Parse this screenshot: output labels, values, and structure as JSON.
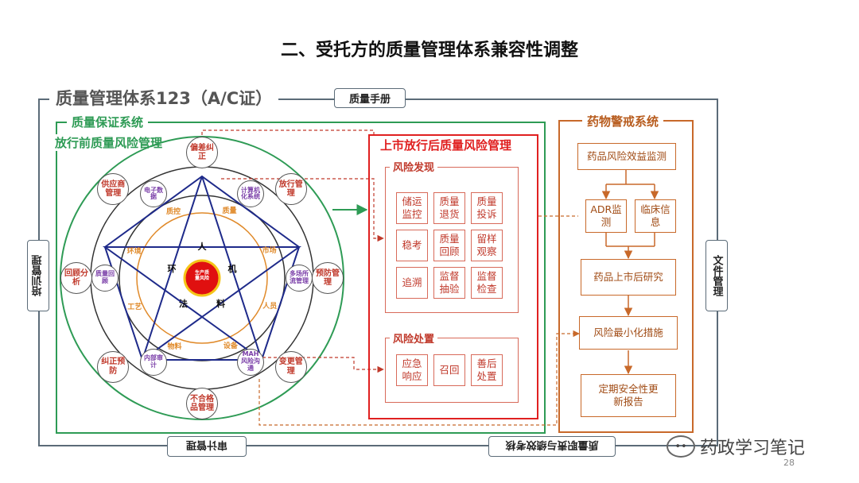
{
  "page_title": "二、受托方的质量管理体系兼容性调整",
  "system_title": "质量管理体系123（A/C证）",
  "tags": {
    "quality_manual": "质量手册",
    "training": "培训管理",
    "documents": "文件管理",
    "audit": "审计管理",
    "responsibility": "质量职责与绩效考核"
  },
  "qa": {
    "title": "质量保证系统",
    "subtitle": "放行前质量风险管理",
    "center": "生产质量风险",
    "outer_nodes": [
      "偏差纠正",
      "放行管理",
      "预防管理",
      "变更管理",
      "不合格品管理",
      "纠正预防",
      "回顾分析",
      "供应商管理"
    ],
    "inner_nodes": [
      "电子数据",
      "计算机化系统",
      "多场所流管理",
      "MAH风险沟通",
      "内部审计",
      "质量回顾"
    ],
    "star_labels": [
      "人",
      "机",
      "料",
      "法",
      "环"
    ],
    "orange_ring": [
      "质量",
      "市场",
      "人员",
      "设备",
      "物料",
      "工艺",
      "环境",
      "质控"
    ]
  },
  "post": {
    "title": "上市放行后质量风险管理",
    "discovery_title": "风险发现",
    "discovery_cells": [
      "储运监控",
      "质量退货",
      "质量投诉",
      "稳考",
      "质量回顾",
      "留样观察",
      "追溯",
      "监督抽验",
      "监督检查"
    ],
    "handling_title": "风险处置",
    "handling_cells": [
      "应急响应",
      "召回",
      "善后处置"
    ]
  },
  "pv": {
    "title": "药物警戒系统",
    "benefit": "药品风险效益监测",
    "adr": "ADR监测",
    "clinical": "临床信息",
    "post_study": "药品上市后研究",
    "minimize": "风险最小化措施",
    "psur": "定期安全性更新报告"
  },
  "footer": {
    "watermark": "药政学习笔记",
    "page_number": "28"
  },
  "colors": {
    "green": "#2e9b55",
    "red": "#e02020",
    "orange": "#c8692a",
    "gray": "#5b6b78",
    "purple": "#7a3ea8"
  }
}
